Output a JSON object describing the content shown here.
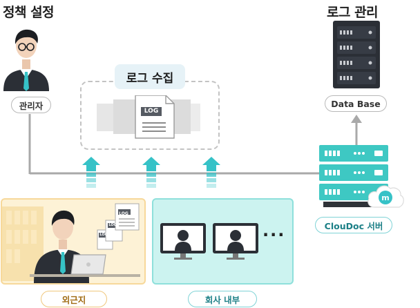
{
  "titles": {
    "policy": "정책 설정",
    "log_manage": "로그 관리",
    "log_collect": "로그 수집"
  },
  "labels": {
    "admin": "관리자",
    "database": "Data Base",
    "server": "ClouDoc 서버",
    "external": "외근지",
    "internal": "회사 내부",
    "log_doc": "LOG",
    "log_doc_small_1": "LOG",
    "log_doc_small_2": "LOG",
    "log_doc_small_3": "LOG"
  },
  "more_indicator": "···",
  "colors": {
    "teal_server": "#3ec8c3",
    "teal_arrow": "#36c2c7",
    "gray_line": "#a9a9a9",
    "dark_server": "#2b2f36",
    "panel_external_bg": "#fdf2d6",
    "panel_internal_bg": "#ccf3f0"
  },
  "icons": [
    "admin-person-icon",
    "database-server-icon",
    "log-document-icon",
    "cloudoc-server-icon",
    "cloud-logo-icon",
    "remote-worker-icon",
    "laptop-icon",
    "monitor-icon"
  ]
}
